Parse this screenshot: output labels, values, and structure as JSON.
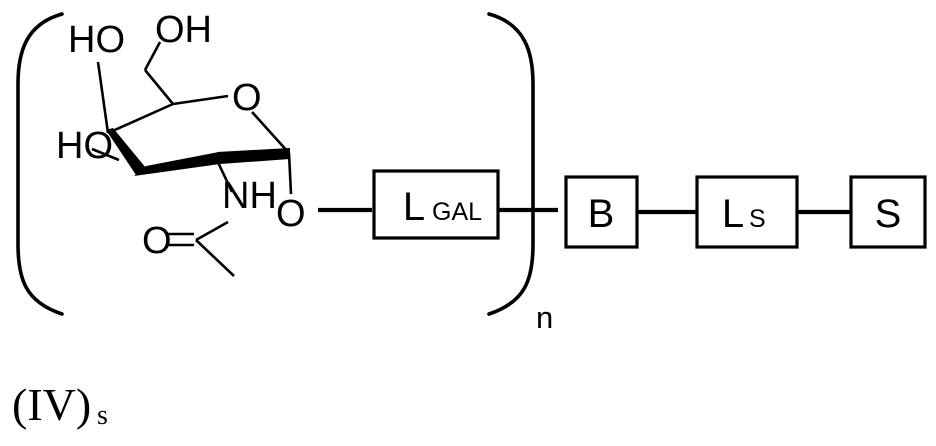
{
  "figure": {
    "kind": "chemical-structure",
    "formula_label": "(IV)",
    "formula_label_subscript": "s",
    "repeat_subscript": "n"
  },
  "sugar": {
    "name": "N-acetylgalactosamine-pyranose",
    "labels": {
      "ho_top": "HO",
      "oh_top": "OH",
      "ho_left": "HO",
      "ring_o": "O",
      "nh": "NH",
      "carbonyl_o": "O",
      "glycosidic_o": "O"
    }
  },
  "boxes": [
    {
      "id": "lgal",
      "main": "L",
      "sub": "GAL"
    },
    {
      "id": "b",
      "main": "B",
      "sub": ""
    },
    {
      "id": "ls",
      "main": "L",
      "sub": "S"
    },
    {
      "id": "s",
      "main": "S",
      "sub": ""
    }
  ],
  "colors": {
    "stroke": "#000000",
    "background": "#ffffff"
  }
}
